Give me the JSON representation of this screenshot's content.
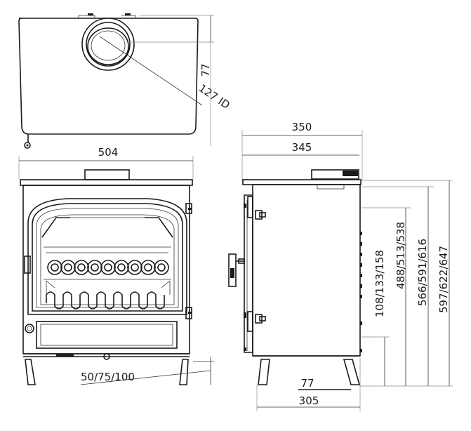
{
  "dimensions": {
    "flue_offset": "77",
    "flue_id": "127 ID",
    "front_width": "504",
    "side_depth_overall": "350",
    "side_depth_body": "345",
    "side_base_depth": "305",
    "side_flue_offset": "77",
    "leg_heights": "50/75/100",
    "heights_1": "108/133/158",
    "heights_2": "488/513/538",
    "heights_3": "566/591/616",
    "heights_4": "597/622/647"
  }
}
